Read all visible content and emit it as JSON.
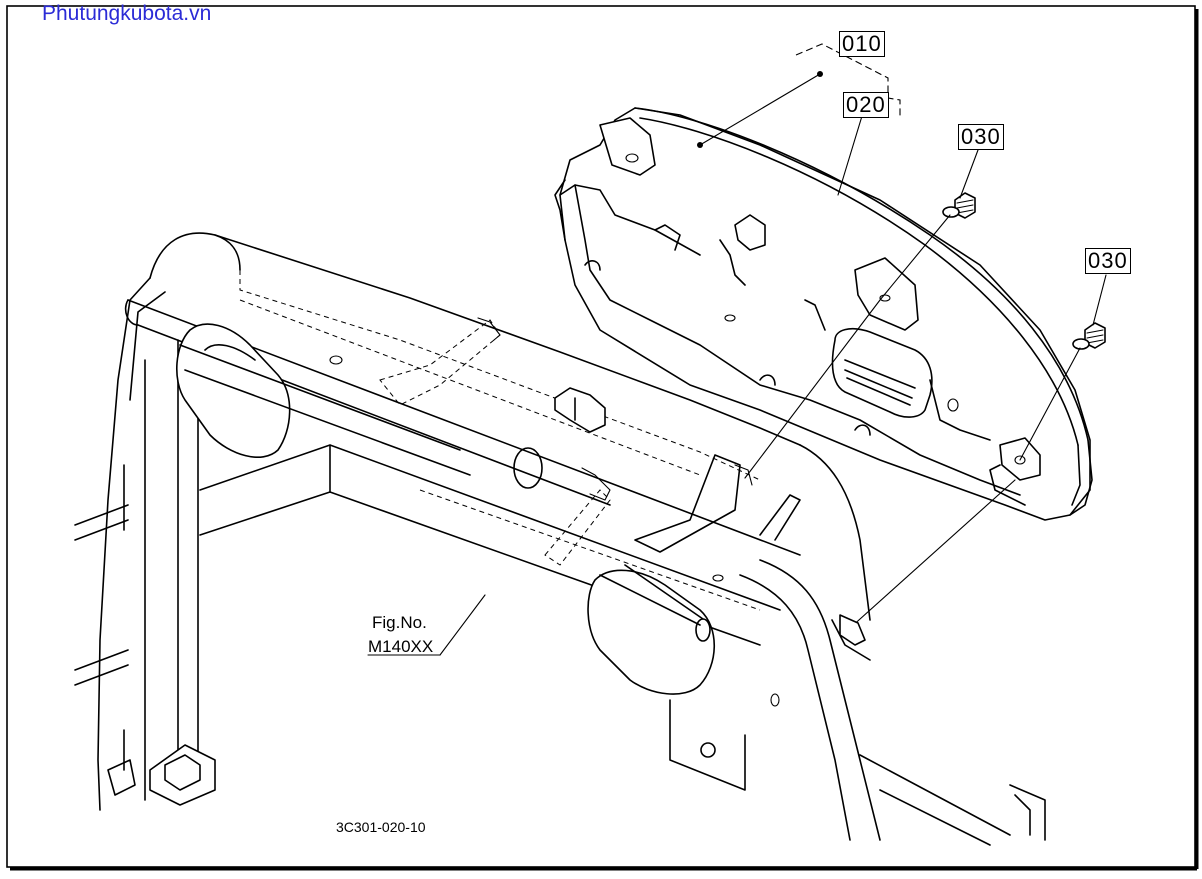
{
  "watermark": "Phutungkubota.vn",
  "callouts": {
    "c010": "010",
    "c020": "020",
    "c030a": "030",
    "c030b": "030"
  },
  "figure_ref": {
    "line1": "Fig.No.",
    "line2": "M140XX"
  },
  "drawing_code": "3C301-020-10"
}
